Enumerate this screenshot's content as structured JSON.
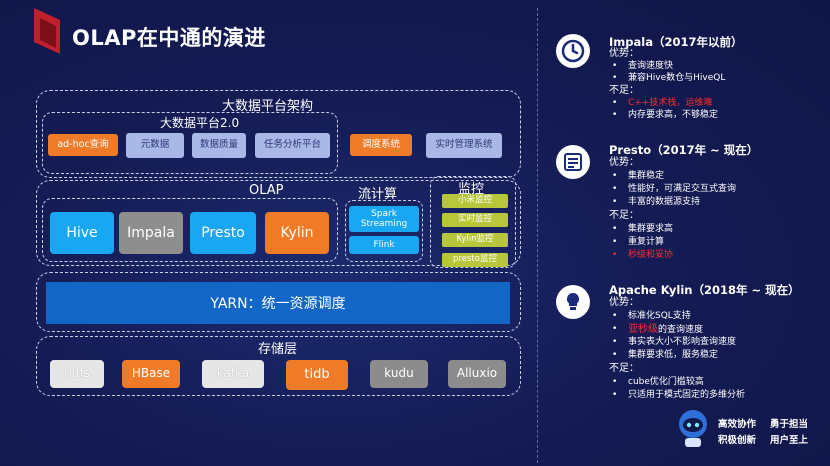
{
  "title": "OLAP在中通的演进",
  "arch": {
    "label": "大数据平台架构",
    "platform_label": "大数据平台2.0",
    "platform_items": [
      "ad-hoc查询",
      "元数据",
      "数据质量",
      "任务分析平台"
    ],
    "other_items": [
      "调度系统",
      "实时管理系统"
    ],
    "olap_label": "OLAP",
    "olap_items": [
      "Hive",
      "Impala",
      "Presto",
      "Kylin"
    ],
    "stream_label": "流计算",
    "stream_items": [
      "Spark Streaming",
      "Flink"
    ],
    "monitor_label": "监控",
    "monitor_items": [
      "小米监控",
      "实时监控",
      "Kylin监控",
      "presto监控"
    ],
    "yarn": "YARN：统一资源调度",
    "storage_label": "存储层",
    "storage_items": [
      "hdfs",
      "HBase",
      "kafka",
      "tidb",
      "kudu",
      "Alluxio"
    ]
  },
  "impala": {
    "title": "Impala（2017年以前）",
    "pros_label": "优势：",
    "pros": [
      "查询速度快",
      "兼容Hive数仓与HiveQL"
    ],
    "cons_label": "不足：",
    "cons_red": "C++技术栈，运维难",
    "cons": [
      "内存要求高，不够稳定"
    ]
  },
  "presto": {
    "title": "Presto（2017年 ~ 现在）",
    "pros_label": "优势：",
    "pros": [
      "集群稳定",
      "性能好，可满足交互式查询",
      "丰富的数据源支持"
    ],
    "cons_label": "不足：",
    "cons": [
      "集群要求高",
      "重复计算"
    ],
    "cons_red": "秒级和妥协"
  },
  "kylin": {
    "title": "Apache Kylin（2018年 ~ 现在）",
    "pros_label": "优势：",
    "pros_first": "标准化SQL支持",
    "pros_red": "亚秒级",
    "pros_red_suffix": "的查询速度",
    "pros_rest": [
      "事实表大小不影响查询速度",
      "集群要求低，服务稳定"
    ],
    "cons_label": "不足：",
    "cons": [
      "cube优化门槛较高",
      "只适用于模式固定的多维分析"
    ]
  },
  "footer": {
    "slogan_1": "高效协作",
    "slogan_2": "勇于担当",
    "slogan_3": "积极创新",
    "slogan_4": "用户至上"
  },
  "icons": [
    "clock-icon",
    "document-icon",
    "lightbulb-icon",
    "robot-mascot-icon"
  ],
  "colors": {
    "bg": "#131a4e",
    "orange": "#ef7a28",
    "blue": "#1aa7f2",
    "yarn": "#1166c6",
    "monitor": "#b7c63a",
    "red": "#ff2a2a"
  }
}
